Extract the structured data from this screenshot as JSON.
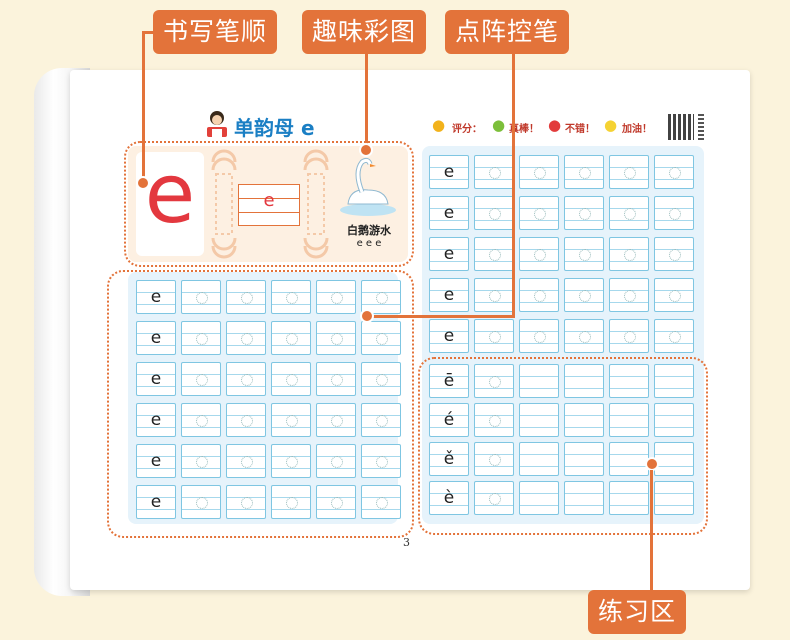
{
  "callouts": {
    "stroke_order": "书写笔顺",
    "fun_picture": "趣味彩图",
    "dot_matrix": "点阵控笔",
    "practice_area": "练习区"
  },
  "header": {
    "title": "单韵母 e",
    "score_label": "评分：",
    "rating_great": "真棒！",
    "rating_wrong": "不错！",
    "rating_cheer": "加油！"
  },
  "demo": {
    "big_letter": "e",
    "frame_letter": "e",
    "picture_caption": "白鹅游水",
    "picture_sound": "e e e"
  },
  "left_grid": {
    "row_letters": [
      "e",
      "e",
      "e",
      "e",
      "e",
      "e"
    ]
  },
  "right_top_grid": {
    "row_letters": [
      "e",
      "e",
      "e",
      "e",
      "e"
    ]
  },
  "tone_grid": {
    "row_letters": [
      "ē",
      "é",
      "ě",
      "è"
    ]
  },
  "page_number": "3",
  "colors": {
    "accent": "#e3733a",
    "grid_line": "#7fc6e2",
    "panel_bg": "#e6f3fb"
  }
}
